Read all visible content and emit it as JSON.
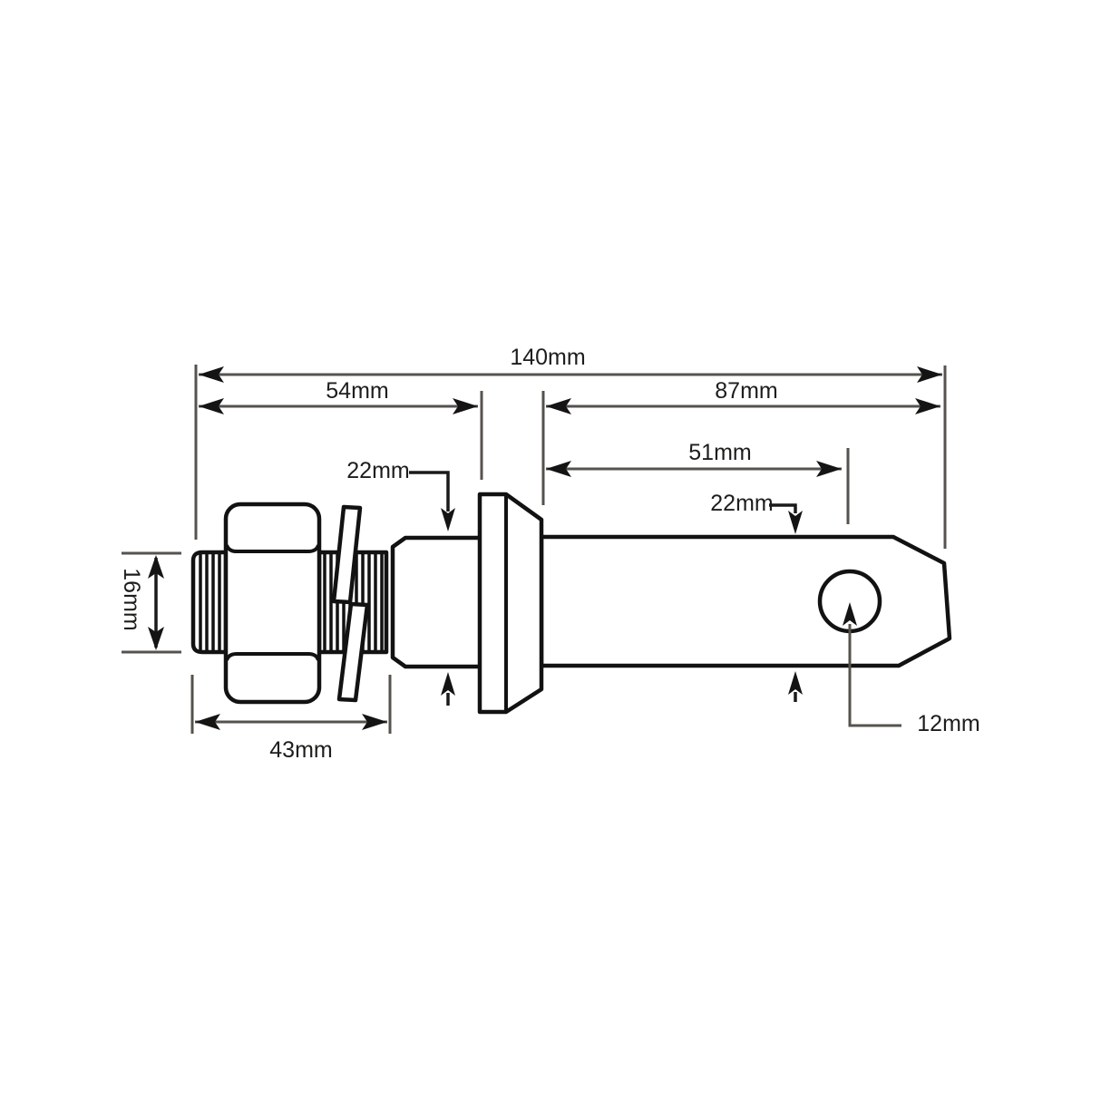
{
  "drawing": {
    "colors": {
      "background": "#ffffff",
      "part_outline": "#121212",
      "dimension_line": "#56524d",
      "label_text": "#1d1d1b"
    },
    "dimensions": {
      "overall_length": "140mm",
      "left_section_length": "54mm",
      "right_section_length": "87mm",
      "shoulder_to_hole_center": "51mm",
      "left_shaft_diameter": "22mm",
      "pin_diameter": "22mm",
      "thread_diameter": "16mm",
      "thread_and_nut_length": "43mm",
      "hole_diameter": "12mm"
    }
  }
}
